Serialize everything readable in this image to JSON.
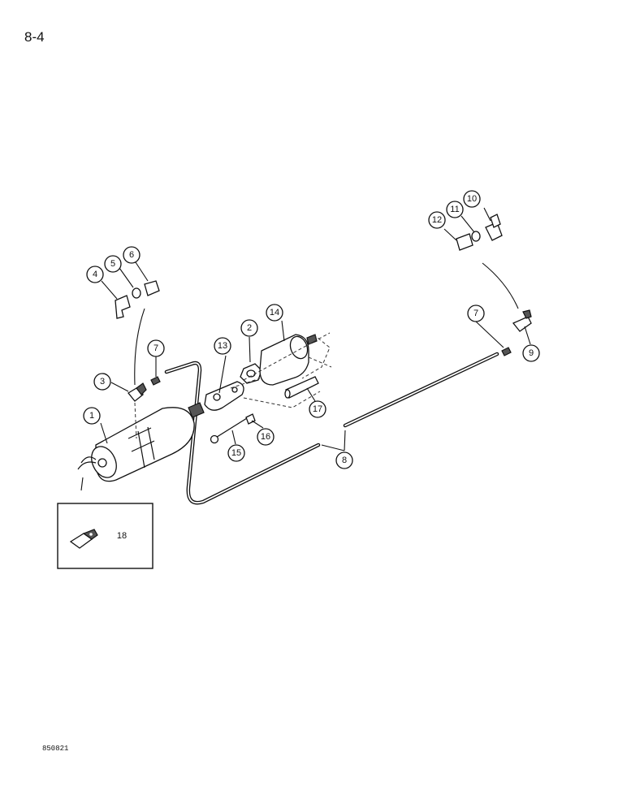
{
  "page": {
    "number": "8-4",
    "figure_code": "850821"
  },
  "callouts": {
    "c1": "1",
    "c2": "2",
    "c3": "3",
    "c4": "4",
    "c5": "5",
    "c6": "6",
    "c7a": "7",
    "c7b": "7",
    "c8": "8",
    "c9": "9",
    "c10": "10",
    "c11": "11",
    "c12": "12",
    "c13": "13",
    "c14": "14",
    "c15": "15",
    "c16": "16",
    "c17": "17",
    "c18": "18"
  }
}
